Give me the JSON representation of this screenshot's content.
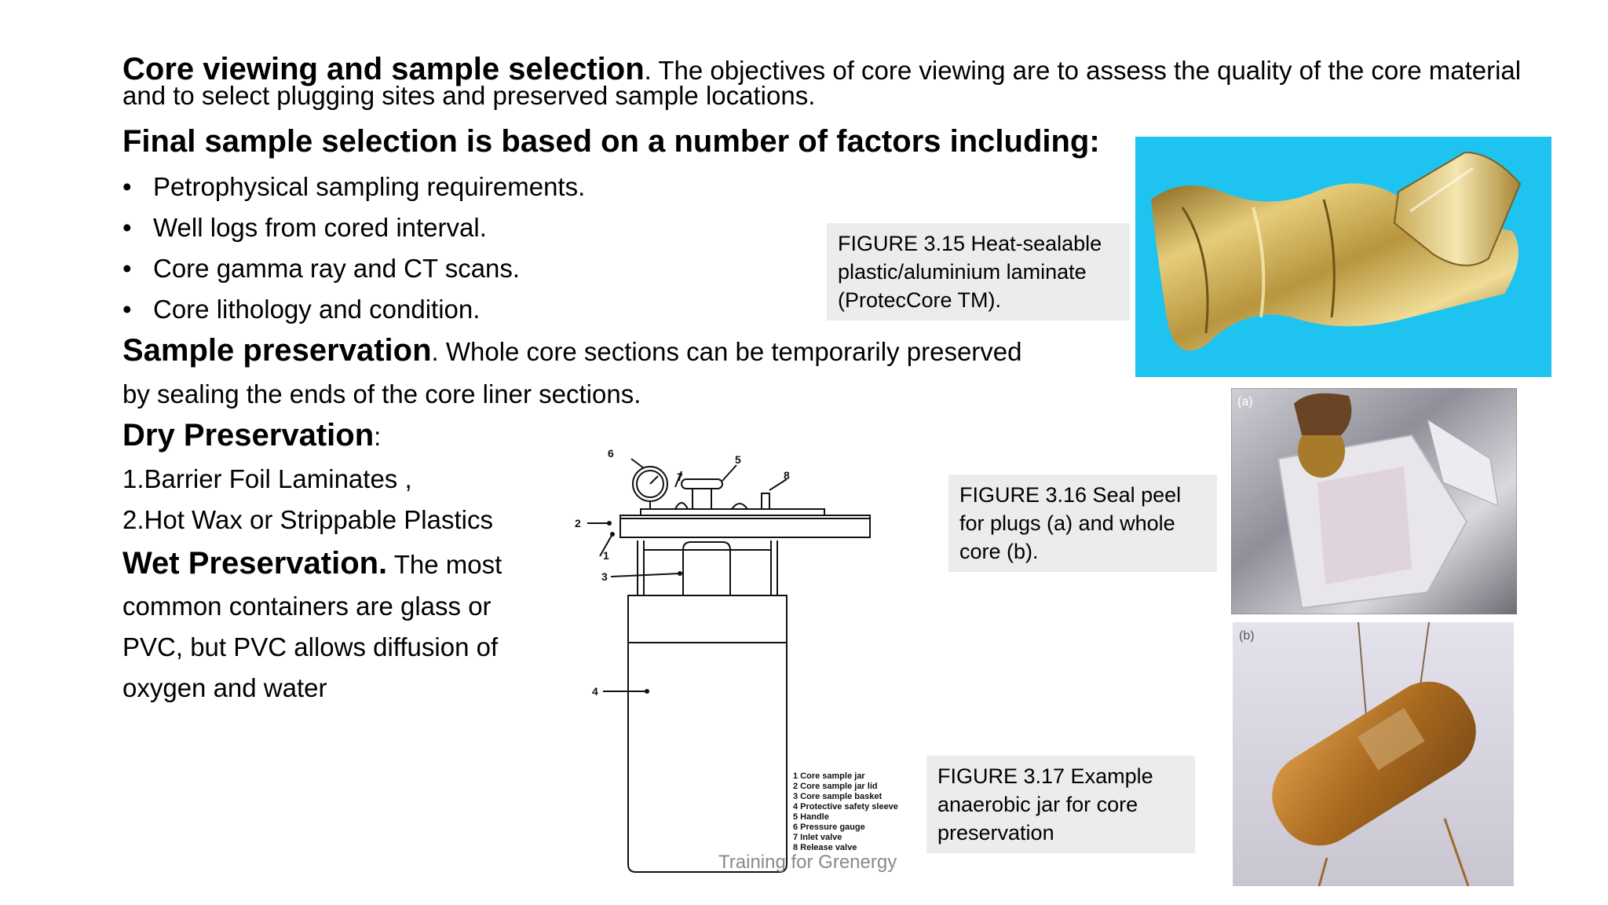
{
  "intro": {
    "heading": "Core viewing and sample selection",
    "text": ". The objectives of core viewing are to assess the quality of the core material and to select plugging sites and preserved sample locations."
  },
  "selection": {
    "heading": "Final sample selection is based on a number of factors including:",
    "bullet_symbol": "•",
    "items": [
      "Petrophysical sampling requirements.",
      "Well logs from cored interval.",
      "Core gamma ray and CT scans.",
      "Core lithology and condition."
    ]
  },
  "preservation": {
    "heading": "Sample preservation",
    "text_line1": ". Whole core sections can be temporarily preserved",
    "text_line2": "by sealing the ends of the core liner sections."
  },
  "dry": {
    "heading": "Dry Preservation",
    "colon": ":",
    "item1": "1.Barrier Foil Laminates ,",
    "item2": "2.Hot Wax or Strippable Plastics"
  },
  "wet": {
    "heading": "Wet Preservation.",
    "text1": " The most",
    "text2": "common containers are glass or",
    "text3": "PVC, but PVC allows diffusion of",
    "text4": "oxygen and water"
  },
  "captions": {
    "fig315": "FIGURE 3.15 Heat-sealable plastic/aluminium laminate (ProtecCore TM).",
    "fig316": "FIGURE 3.16 Seal peel for plugs (a) and whole core (b).",
    "fig317": "FIGURE 3.17 Example anaerobic jar for core preservation"
  },
  "photos": {
    "label_a": "(a)",
    "label_b": "(b)"
  },
  "diagram": {
    "callouts": [
      "1",
      "2",
      "3",
      "4",
      "5",
      "6",
      "7",
      "8"
    ],
    "legend": [
      "1  Core sample jar",
      "2  Core sample jar lid",
      "3  Core sample basket",
      "4  Protective safety sleeve",
      "5  Handle",
      "6  Pressure gauge",
      "7  Inlet valve",
      "8  Release valve"
    ]
  },
  "footer": "Training for Grenergy",
  "colors": {
    "caption_bg": "#ececec",
    "sky_blue": "#1ec3f0",
    "footer_text": "#8a8a8a"
  }
}
